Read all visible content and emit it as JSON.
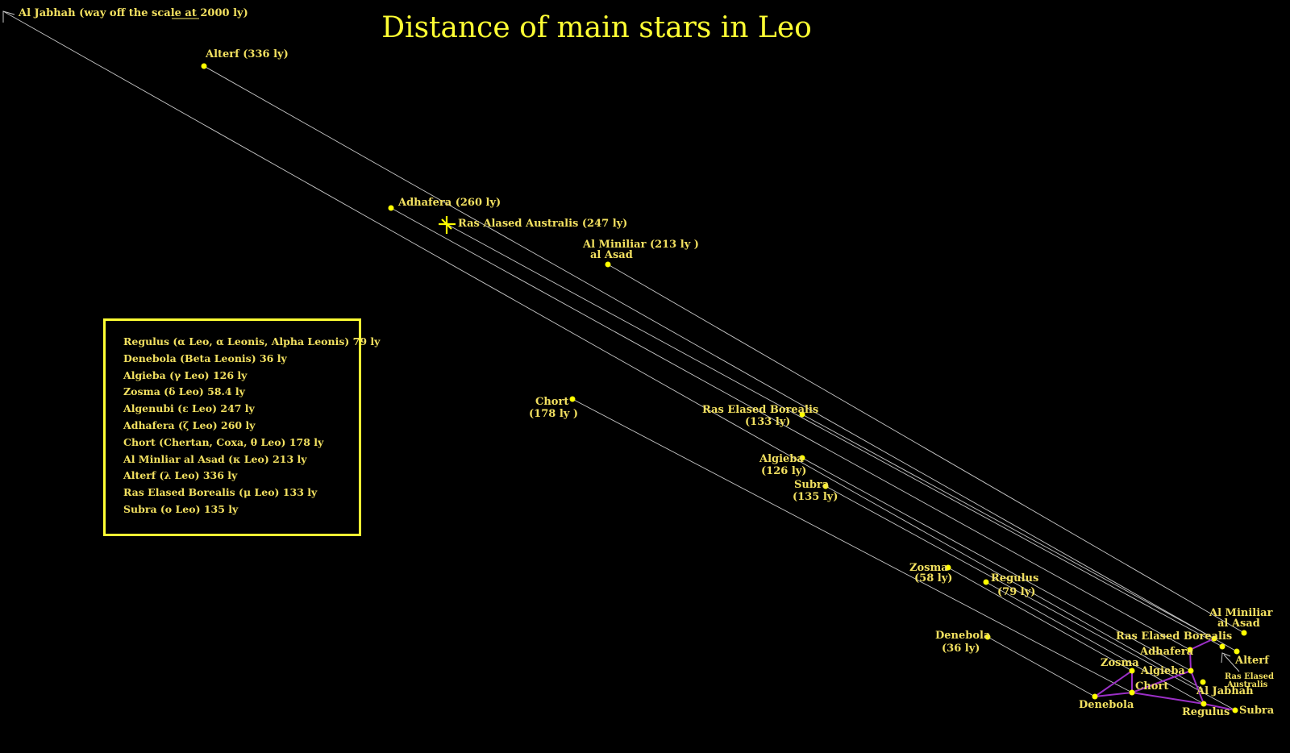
{
  "title": "Distance of main stars in Leo",
  "colors": {
    "background": "#000000",
    "title": "#ffff33",
    "label": "#f2e060",
    "star": "#ffff00",
    "sightline": "#c8c8c8",
    "constellation": "#9b2fc6",
    "legend_border": "#ffff33"
  },
  "far_labels": {
    "al_jabhah": "Al Jabhah (way off the scale at 2000 ly)",
    "alterf": "Alterf (336 ly)",
    "adhafera": "Adhafera (260 ly)",
    "ras_alased_australis": "Ras Alased Australis (247 ly)",
    "al_minliar_1": "Al Miniliar (213 ly )",
    "al_minliar_2": "al Asad",
    "chort_1": "Chort",
    "chort_2": "(178 ly )",
    "ras_elased_borealis_1": "Ras Elased Borealis",
    "ras_elased_borealis_2": "(133 ly)",
    "algieba_1": "Algieba",
    "algieba_2": "(126 ly)",
    "subra_1": "Subra",
    "subra_2": "(135 ly)",
    "zosma_1": "Zosma",
    "zosma_2": "(58 ly)",
    "regulus_1": "Regulus",
    "regulus_2": "(79 ly)",
    "denebola_1": "Denebola",
    "denebola_2": "(36 ly)"
  },
  "near_labels": {
    "al_minliar_1": "Al Miniliar",
    "al_minliar_2": "al Asad",
    "ras_elased_borealis": "Ras Elased Borealis",
    "adhafera": "Adhafera",
    "alterf": "Alterf",
    "zosma": "Zosma",
    "algieba": "Algieba",
    "ras_elased_australis_1": "Ras Elased",
    "ras_elased_australis_2": "Australis",
    "chort": "Chort",
    "al_jabhah": "Al Jabhah",
    "denebola": "Denebola",
    "regulus": "Regulus",
    "subra": "Subra"
  },
  "legend": [
    "Regulus (α Leo, α Leonis, Alpha Leonis) 79 ly",
    "Denebola (Beta Leonis) 36 ly",
    "Algieba (γ Leo) 126 ly",
    "Zosma (δ Leo) 58.4 ly",
    "Algenubi (ε Leo) 247 ly",
    "Adhafera (ζ Leo) 260 ly",
    "Chort (Chertan, Coxa, θ Leo) 178 ly",
    "Al Minliar al Asad (κ Leo) 213 ly",
    "Alterf (λ Leo) 336 ly",
    "Ras Elased Borealis (μ Leo) 133 ly",
    "Subra (ο Leo) 135 ly"
  ]
}
